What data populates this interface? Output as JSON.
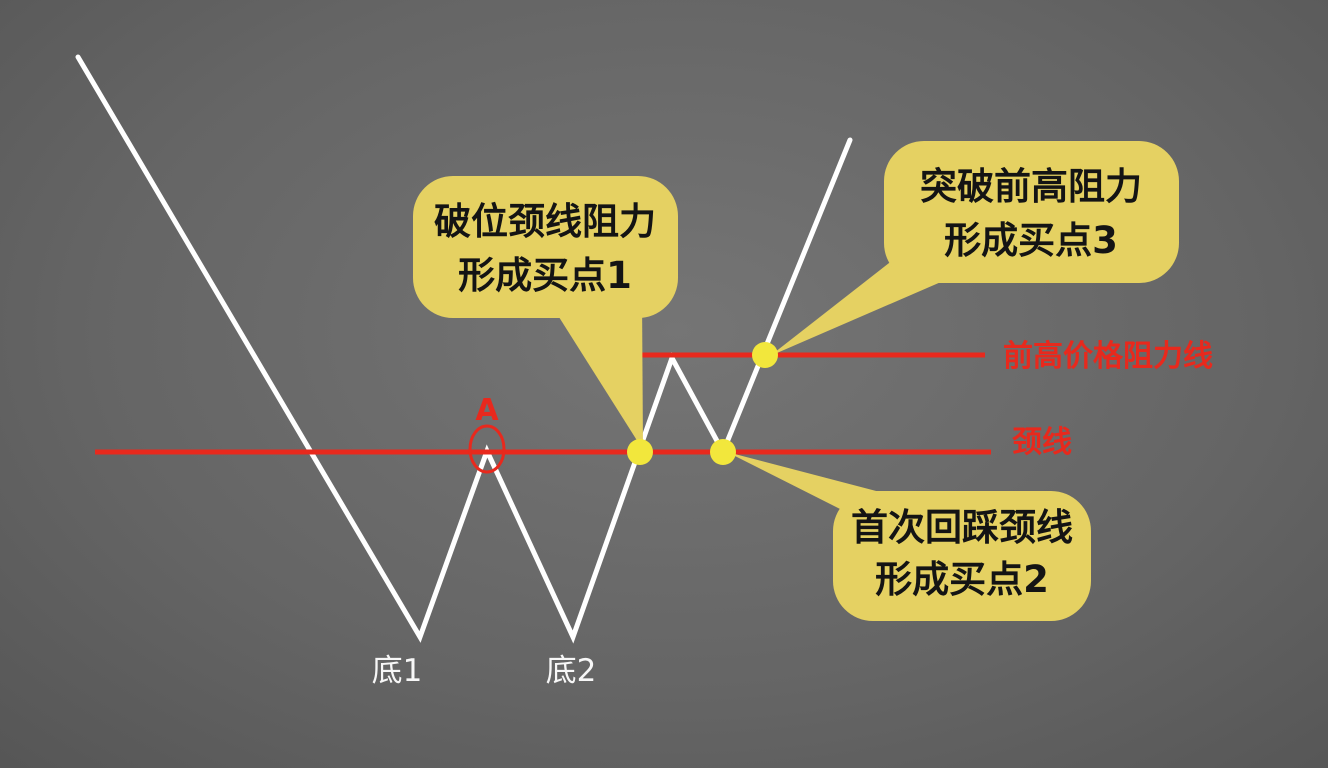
{
  "diagram": {
    "price_labels": {
      "bottom1": "底1",
      "bottom2": "底2",
      "point_a": "A"
    },
    "line_labels": {
      "neckline": "颈线",
      "prior_high": "前高价格阻力线"
    },
    "callouts": {
      "buy1_line1": "破位颈线阻力",
      "buy1_line2": "形成买点1",
      "buy2_line1": "首次回踩颈线",
      "buy2_line2": "形成买点2",
      "buy3_line1": "突破前高阻力",
      "buy3_line2": "形成买点3"
    },
    "colors": {
      "red_line": "#e8291d",
      "bubble_yellow": "#e5d162",
      "dot_yellow": "#f2e73c",
      "price_line_white": "#ffffff",
      "bubble_text": "#141414"
    }
  }
}
